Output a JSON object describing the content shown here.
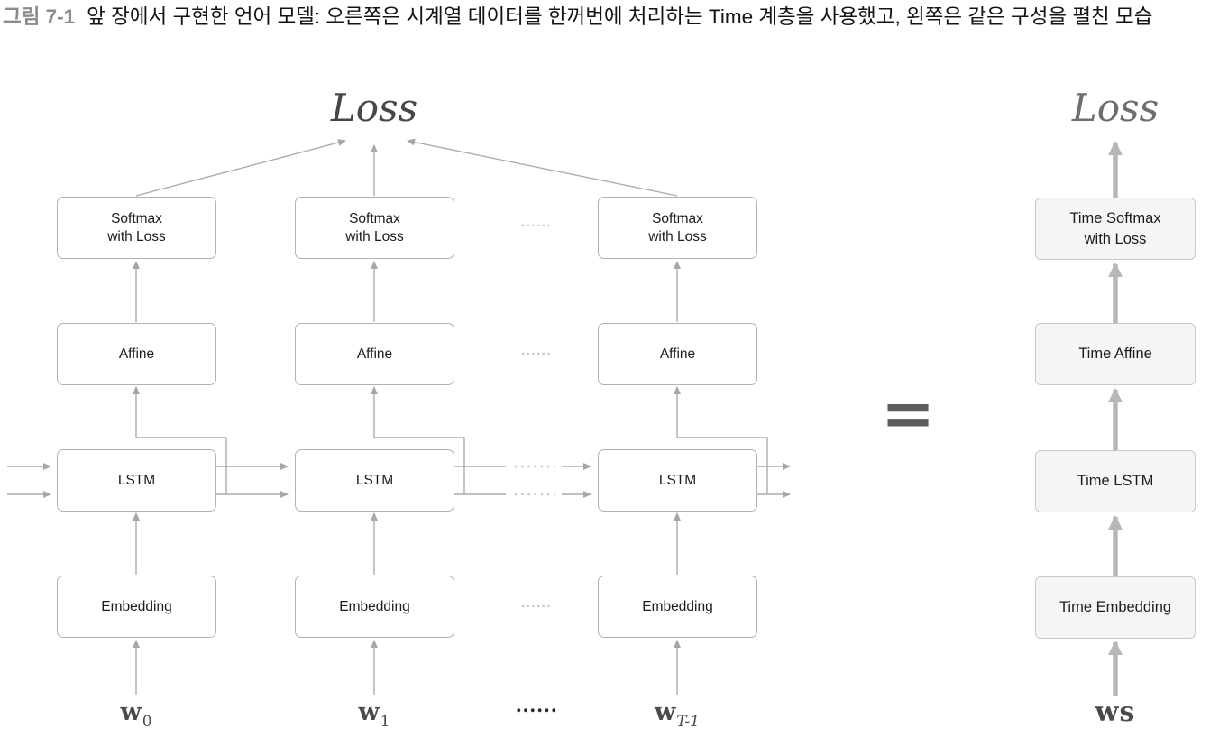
{
  "caption": {
    "label": "그림 7-1",
    "text": "앞 장에서 구현한 언어 모델: 오른쪽은 시계열 데이터를 한꺼번에 처리하는 Time 계층을 사용했고, 왼쪽은 같은 구성을 펼친 모습"
  },
  "left_model": {
    "loss_label": "Loss",
    "columns": [
      {
        "softmax_line1": "Softmax",
        "softmax_line2": "with Loss",
        "affine": "Affine",
        "lstm": "LSTM",
        "embedding": "Embedding",
        "input_base": "w",
        "input_subscript": "0"
      },
      {
        "softmax_line1": "Softmax",
        "softmax_line2": "with Loss",
        "affine": "Affine",
        "lstm": "LSTM",
        "embedding": "Embedding",
        "input_base": "w",
        "input_subscript": "1"
      },
      {
        "softmax_line1": "Softmax",
        "softmax_line2": "with Loss",
        "affine": "Affine",
        "lstm": "LSTM",
        "embedding": "Embedding",
        "input_base": "w",
        "input_subscript": "T-1"
      }
    ]
  },
  "right_model": {
    "loss_label": "Loss",
    "softmax_line1": "Time Softmax",
    "softmax_line2": "with Loss",
    "affine": "Time Affine",
    "lstm": "Time LSTM",
    "embedding": "Time Embedding",
    "input_label": "ws"
  },
  "equals": "=",
  "separators": {
    "row_dots": "......",
    "input_dots": "......"
  },
  "colors": {
    "caption_label": "#8c8c8c",
    "box_border_left": "#b2b2b2",
    "box_border_right": "#c6cac8",
    "right_box_fill": "#f4f6f5",
    "thin_arrow": "#acacac",
    "thick_arrow": "#b7b7b7",
    "loss_text_left": "#474747",
    "loss_text_right": "#6e6e6e",
    "equals": "#5c5c5c",
    "input_text": "#4a4a4a",
    "row_dots": "#c4c4c4",
    "input_dots": "#2c2c2c"
  }
}
